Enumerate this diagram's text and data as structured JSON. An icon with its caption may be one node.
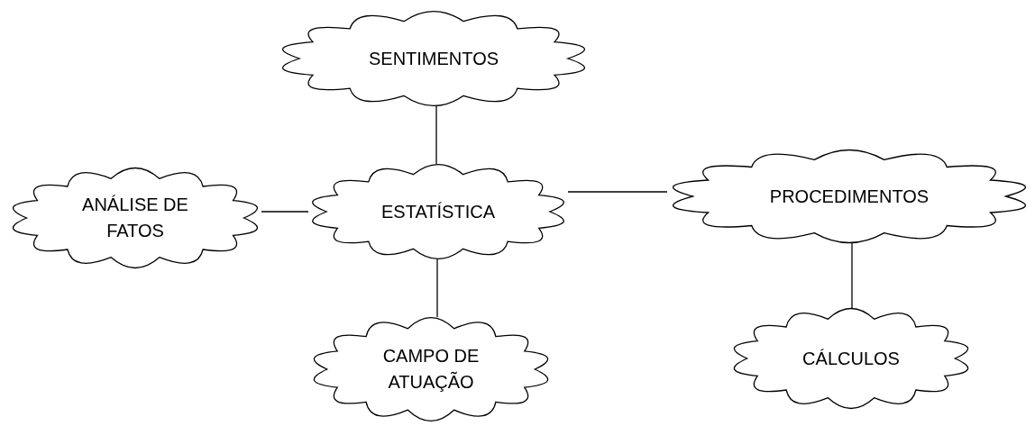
{
  "diagram": {
    "nodes": [
      {
        "text": [
          "SENTIMENTOS"
        ]
      },
      {
        "text": [
          "ANÁLISE DE FATOS"
        ]
      },
      {
        "text": [
          "ESTATÍSTICA"
        ]
      },
      {
        "text": [
          "PROCEDIMENTOS"
        ]
      },
      {
        "text": [
          "CAMPO DE ATUAÇÃO"
        ]
      },
      {
        "text": [
          "CÁLCULOS"
        ]
      }
    ],
    "edges": [
      {
        "from": 0,
        "to": 2,
        "arrow": "none"
      },
      {
        "from": 1,
        "to": 2,
        "arrow": "none"
      },
      {
        "from": 2,
        "to": 3,
        "arrow": "none"
      },
      {
        "from": 2,
        "to": 4,
        "arrow": "none"
      },
      {
        "from": 3,
        "to": 5,
        "arrow": "none"
      }
    ]
  }
}
